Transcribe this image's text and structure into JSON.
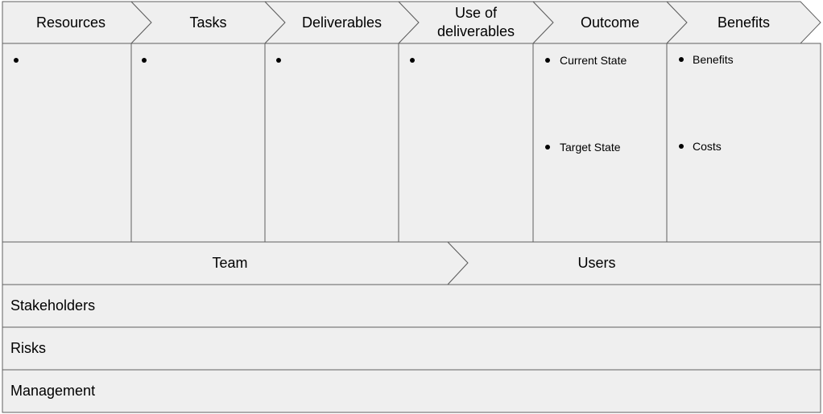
{
  "header_steps": [
    {
      "label": "Resources"
    },
    {
      "label": "Tasks"
    },
    {
      "label": "Deliverables"
    },
    {
      "label": "Use of\ndeliverables"
    },
    {
      "label": "Outcome"
    },
    {
      "label": "Benefits"
    }
  ],
  "columns": [
    {
      "bullets": [
        ""
      ]
    },
    {
      "bullets": [
        ""
      ]
    },
    {
      "bullets": [
        ""
      ]
    },
    {
      "bullets": [
        ""
      ]
    },
    {
      "bullets": [
        "Current State",
        "Target State"
      ]
    },
    {
      "bullets": [
        "Benefits",
        "Costs"
      ]
    }
  ],
  "middle_row": {
    "left_label": "Team",
    "right_label": "Users"
  },
  "bottom_rows": [
    {
      "label": "Stakeholders"
    },
    {
      "label": "Risks"
    },
    {
      "label": "Management"
    }
  ],
  "colors": {
    "fill": "#efefef",
    "stroke": "#5f5f5f"
  }
}
